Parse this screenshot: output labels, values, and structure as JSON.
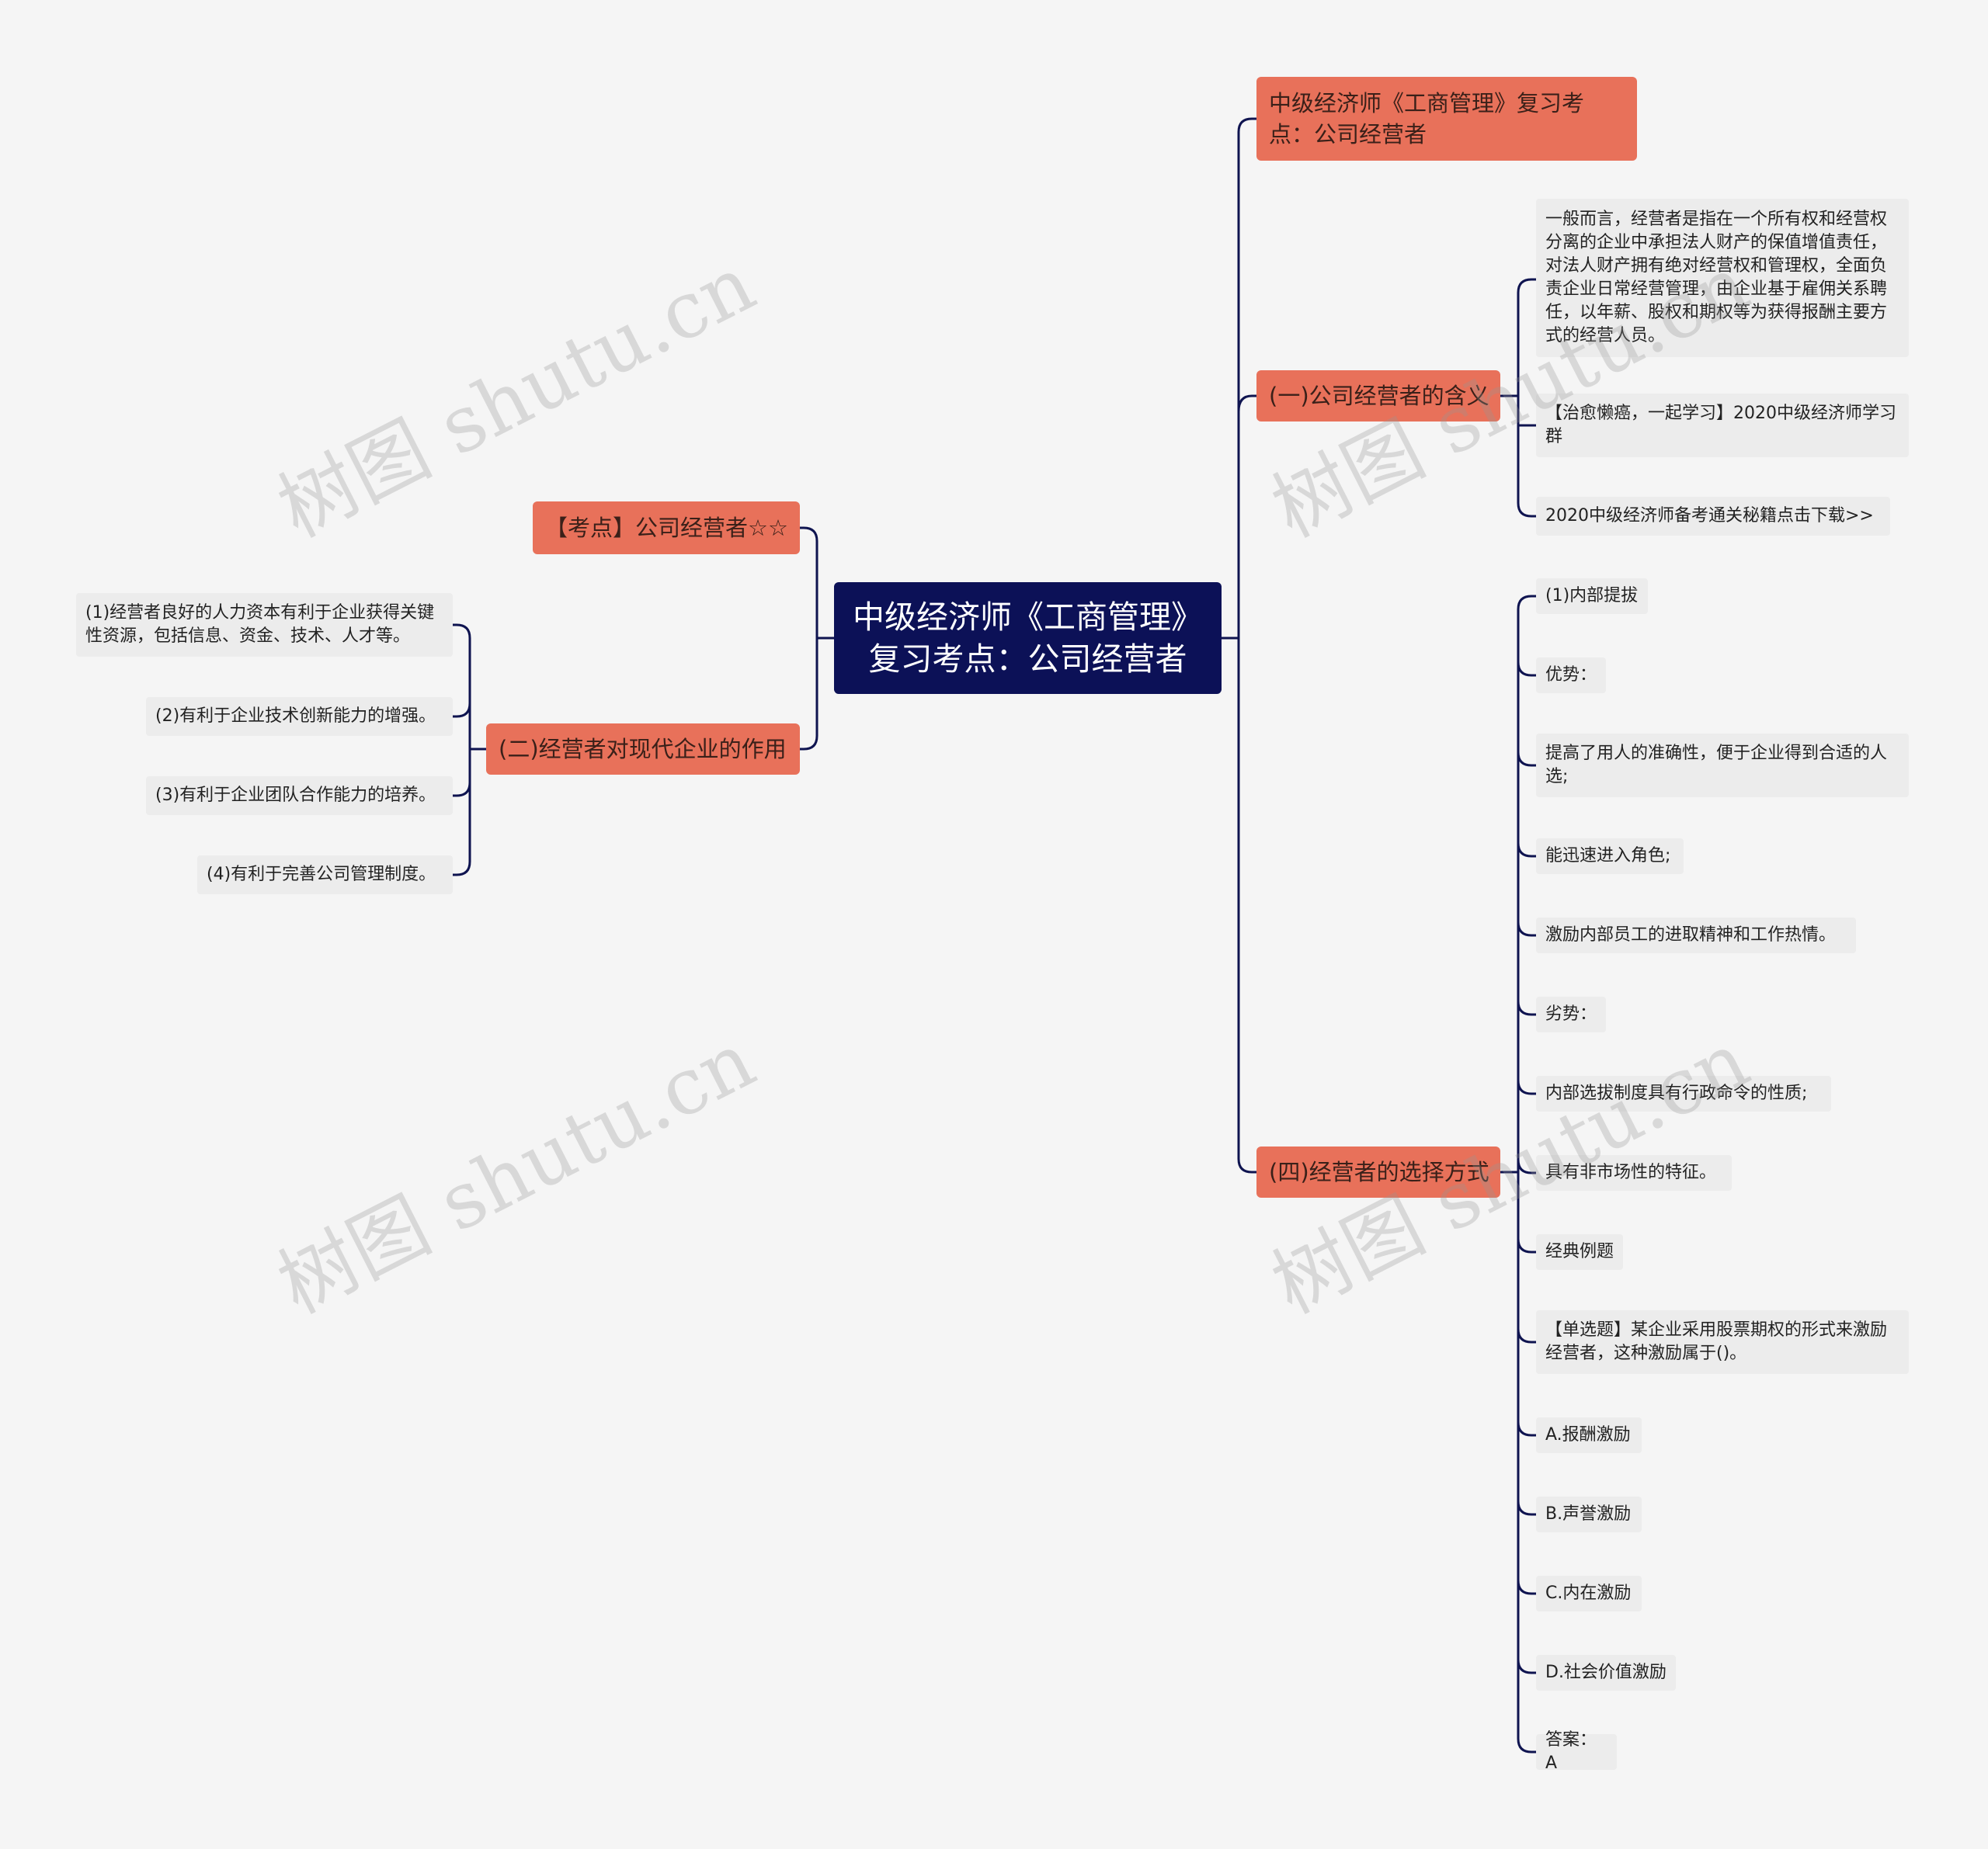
{
  "root": {
    "title": "中级经济师《工商管理》复习考点：公司经营者"
  },
  "right": {
    "title_node": "中级经济师《工商管理》复习考点：公司经营者",
    "meaning": {
      "label": "(一)公司经营者的含义",
      "children": [
        "一般而言，经营者是指在一个所有权和经营权分离的企业中承担法人财产的保值增值责任，对法人财产拥有绝对经营权和管理权，全面负责企业日常经营管理，由企业基于雇佣关系聘任，以年薪、股权和期权等为获得报酬主要方式的经营人员。",
        "【治愈懒癌，一起学习】2020中级经济师学习群",
        "2020中级经济师备考通关秘籍点击下载>>"
      ]
    },
    "selection": {
      "label": "(四)经营者的选择方式",
      "children": [
        "(1)内部提拔",
        "优势：",
        "提高了用人的准确性，便于企业得到合适的人选;",
        "能迅速进入角色;",
        "激励内部员工的进取精神和工作热情。",
        "劣势：",
        "内部选拔制度具有行政命令的性质;",
        "具有非市场性的特征。",
        "经典例题",
        "【单选题】某企业采用股票期权的形式来激励经营者，这种激励属于()。",
        "A.报酬激励",
        "B.声誉激励",
        "C.内在激励",
        "D.社会价值激励",
        "答案：A"
      ]
    }
  },
  "left": {
    "kaodian": {
      "label": "【考点】公司经营者☆☆"
    },
    "role": {
      "label": "(二)经营者对现代企业的作用",
      "children": [
        "(1)经营者良好的人力资本有利于企业获得关键性资源，包括信息、资金、技术、人才等。",
        "(2)有利于企业技术创新能力的增强。",
        "(3)有利于企业团队合作能力的培养。",
        "(4)有利于完善公司管理制度。"
      ]
    }
  },
  "watermark": "树图 shutu.cn",
  "colors": {
    "root": "#0c1157",
    "branch": "#e8715a",
    "leaf": "#ececec",
    "line": "#0f1450",
    "background": "#f5f5f5"
  }
}
